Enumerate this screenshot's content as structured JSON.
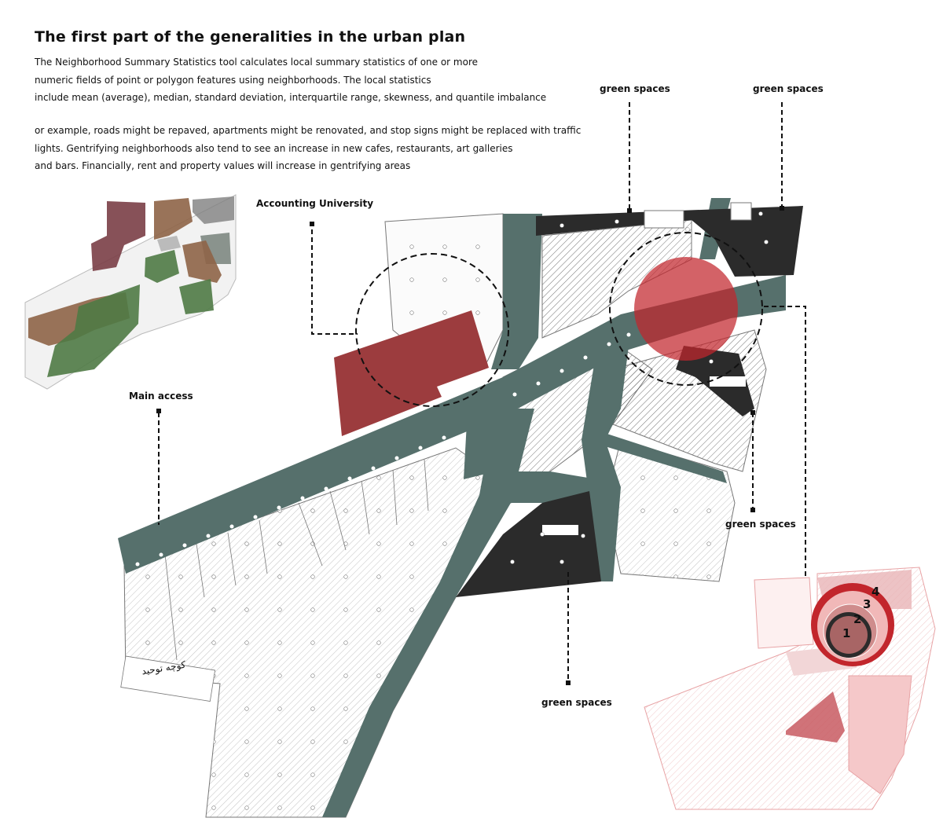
{
  "title": "The first part of the generalities in the urban plan",
  "paragraph1": [
    "The Neighborhood Summary Statistics tool calculates local summary statistics of one or more",
    "numeric fields of point or polygon features using neighborhoods. The local statistics",
    "include mean (average), median, standard deviation, interquartile range, skewness, and quantile imbalance"
  ],
  "paragraph2": [
    "or example, roads might be repaved, apartments might be renovated, and stop signs might be replaced with traffic",
    "lights. Gentrifying neighborhoods also tend to see an increase in new cafes, restaurants, art galleries",
    "and bars. Financially, rent and property values will increase in gentrifying areas"
  ],
  "labels": {
    "green_spaces_1": "green spaces",
    "green_spaces_2": "green spaces",
    "green_spaces_3": "green spaces",
    "green_spaces_4": "green spaces",
    "accounting_university": "Accounting University",
    "main_access": "Main access"
  },
  "street_name": "کوچه توحید",
  "rings": [
    "1",
    "2",
    "3",
    "4"
  ],
  "colors": {
    "road": "#56706c",
    "green_space": "#2b2b2b",
    "university": "#9c3c3e",
    "highlight": "#c2262c",
    "brown": "#8e6447",
    "plum": "#7a3e46",
    "green": "#4f7a45",
    "pink": "#e8a3a5"
  }
}
